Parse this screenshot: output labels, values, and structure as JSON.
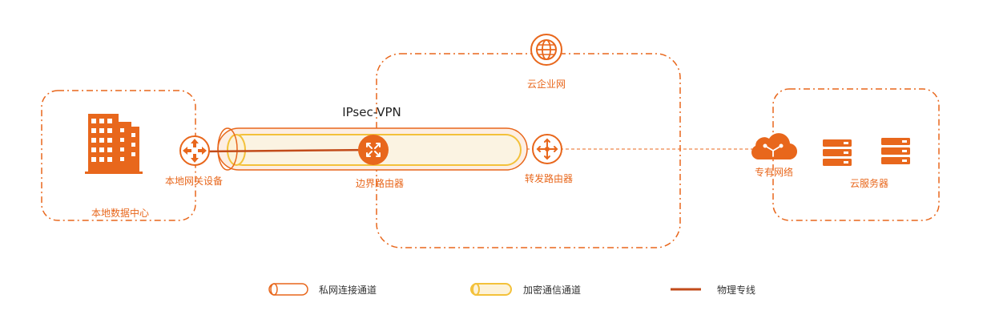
{
  "colors": {
    "accent": "#e8671c",
    "tunnel_fill": "#fdf2d8",
    "tunnel_inner": "#f3c13a",
    "physical_line": "#c24b1a",
    "legend_text": "#333333"
  },
  "diagram": {
    "tunnel_title": "IPsec-VPN",
    "zones": {
      "local_dc": "本地数据中心",
      "cen": "云企业网",
      "vpc_group": "云服务器"
    },
    "nodes": {
      "local_gateway": {
        "label": "本地网关设备",
        "icon": "gateway-router-icon"
      },
      "border_router": {
        "label": "边界路由器",
        "icon": "border-router-icon"
      },
      "transit_router": {
        "label": "转发路由器",
        "icon": "transit-router-icon"
      },
      "vpc": {
        "label": "专有网络",
        "icon": "cloud-network-icon"
      },
      "cen_icon": {
        "icon": "globe-network-icon"
      },
      "building": {
        "icon": "building-icon"
      },
      "servers": {
        "icon": "server-icon"
      }
    }
  },
  "legend": [
    {
      "label": "私网连接通道",
      "kind": "private-tunnel"
    },
    {
      "label": "加密通信通道",
      "kind": "encrypted-tunnel"
    },
    {
      "label": "物理专线",
      "kind": "physical-line"
    }
  ]
}
